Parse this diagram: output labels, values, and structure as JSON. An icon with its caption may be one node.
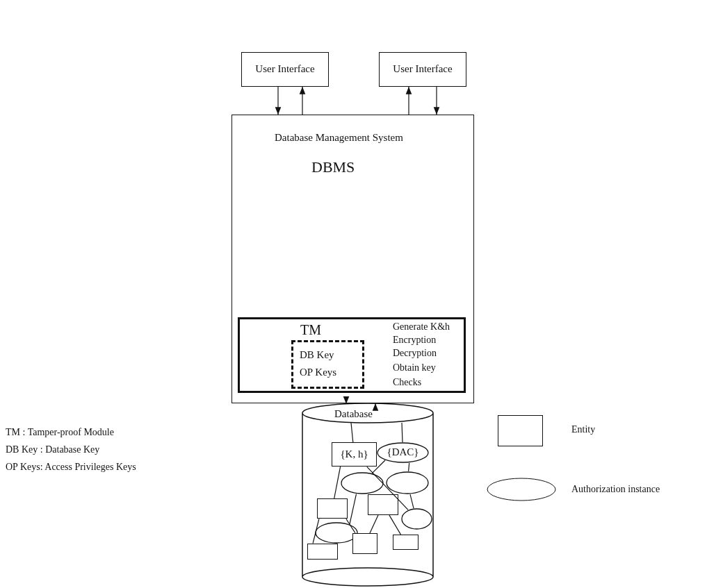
{
  "diagram": {
    "nodes": [
      {
        "text": [
          "User Interface"
        ]
      },
      {
        "text": [
          "User Interface"
        ]
      },
      {
        "text": [
          "Database Management System",
          "DBMS"
        ]
      },
      {
        "text": [
          "Generate K&h",
          "Encryption",
          "Decryption",
          "Obtain key",
          "Checks"
        ],
        "in": 2
      },
      {
        "text": [
          "TM",
          "DB Key",
          "OP Keys"
        ],
        "in": 3
      },
      {
        "text": [
          "Database"
        ]
      },
      {
        "text": [
          "{K, h}"
        ],
        "in": 5
      },
      {
        "text": [
          "{DAC}"
        ],
        "in": 5
      },
      {
        "text": [],
        "shape": "ellipse",
        "in": 5
      },
      {
        "text": [],
        "shape": "ellipse",
        "in": 5
      },
      {
        "text": [],
        "shape": "box",
        "in": 5
      },
      {
        "text": [],
        "shape": "box",
        "in": 5
      },
      {
        "text": [],
        "shape": "ellipse",
        "in": 5
      },
      {
        "text": [],
        "shape": "ellipse",
        "in": 5
      },
      {
        "text": [],
        "shape": "box",
        "in": 5
      },
      {
        "text": [],
        "shape": "box",
        "in": 5
      },
      {
        "text": [],
        "shape": "box",
        "in": 5
      }
    ],
    "edges": [
      {
        "from": 0,
        "to": 2,
        "arrow": "to"
      },
      {
        "from": 2,
        "to": 0,
        "arrow": "to"
      },
      {
        "from": 2,
        "to": 1,
        "arrow": "to"
      },
      {
        "from": 1,
        "to": 2,
        "arrow": "to"
      },
      {
        "from": 2,
        "to": 5,
        "arrow": "to"
      },
      {
        "from": 5,
        "to": 2,
        "arrow": "to"
      },
      {
        "from": 5,
        "to": 6,
        "arrow": "none"
      },
      {
        "from": 5,
        "to": 7,
        "arrow": "none"
      },
      {
        "from": 6,
        "to": 10,
        "arrow": "none"
      },
      {
        "from": 6,
        "to": 12,
        "arrow": "none"
      },
      {
        "from": 7,
        "to": 8,
        "arrow": "none"
      },
      {
        "from": 7,
        "to": 9,
        "arrow": "none"
      },
      {
        "from": 8,
        "to": 13,
        "arrow": "none"
      },
      {
        "from": 9,
        "to": 12,
        "arrow": "none"
      },
      {
        "from": 11,
        "to": 15,
        "arrow": "none"
      },
      {
        "from": 11,
        "to": 16,
        "arrow": "none"
      },
      {
        "from": 10,
        "to": 15,
        "arrow": "none"
      },
      {
        "from": 10,
        "to": 14,
        "arrow": "none"
      }
    ],
    "labels": [
      "TM : Tamper-proof Module",
      "DB Key : Database Key",
      "OP Keys: Access Privileges Keys"
    ],
    "legend": [
      {
        "text": "Entity"
      },
      {
        "text": "Authorization instance"
      }
    ]
  }
}
